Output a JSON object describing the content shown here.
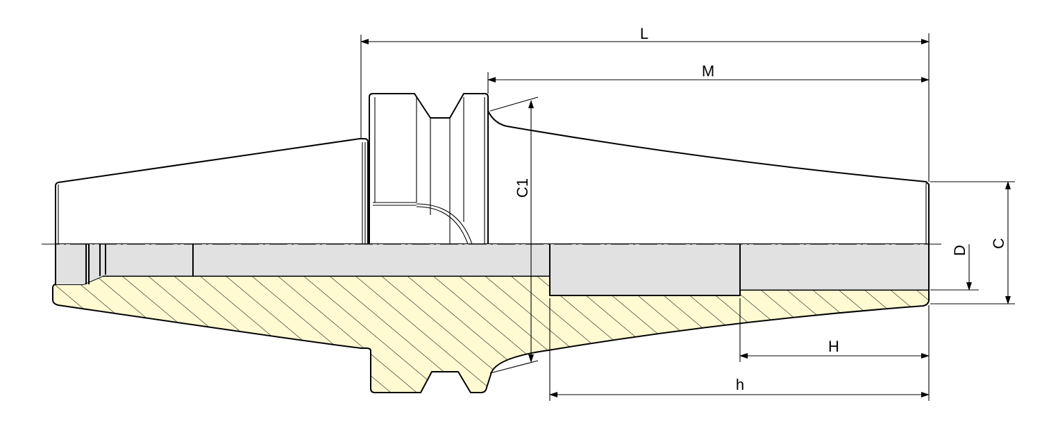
{
  "colors": {
    "body_fill": "#e1e1e1",
    "section_fill": "#fffad2",
    "hatch": "#000000",
    "line": "#000000",
    "background": "#ffffff"
  },
  "dimensions": {
    "L": "L",
    "M": "M",
    "C1": "C1",
    "C": "C",
    "D": "D",
    "H": "H",
    "h": "h"
  }
}
